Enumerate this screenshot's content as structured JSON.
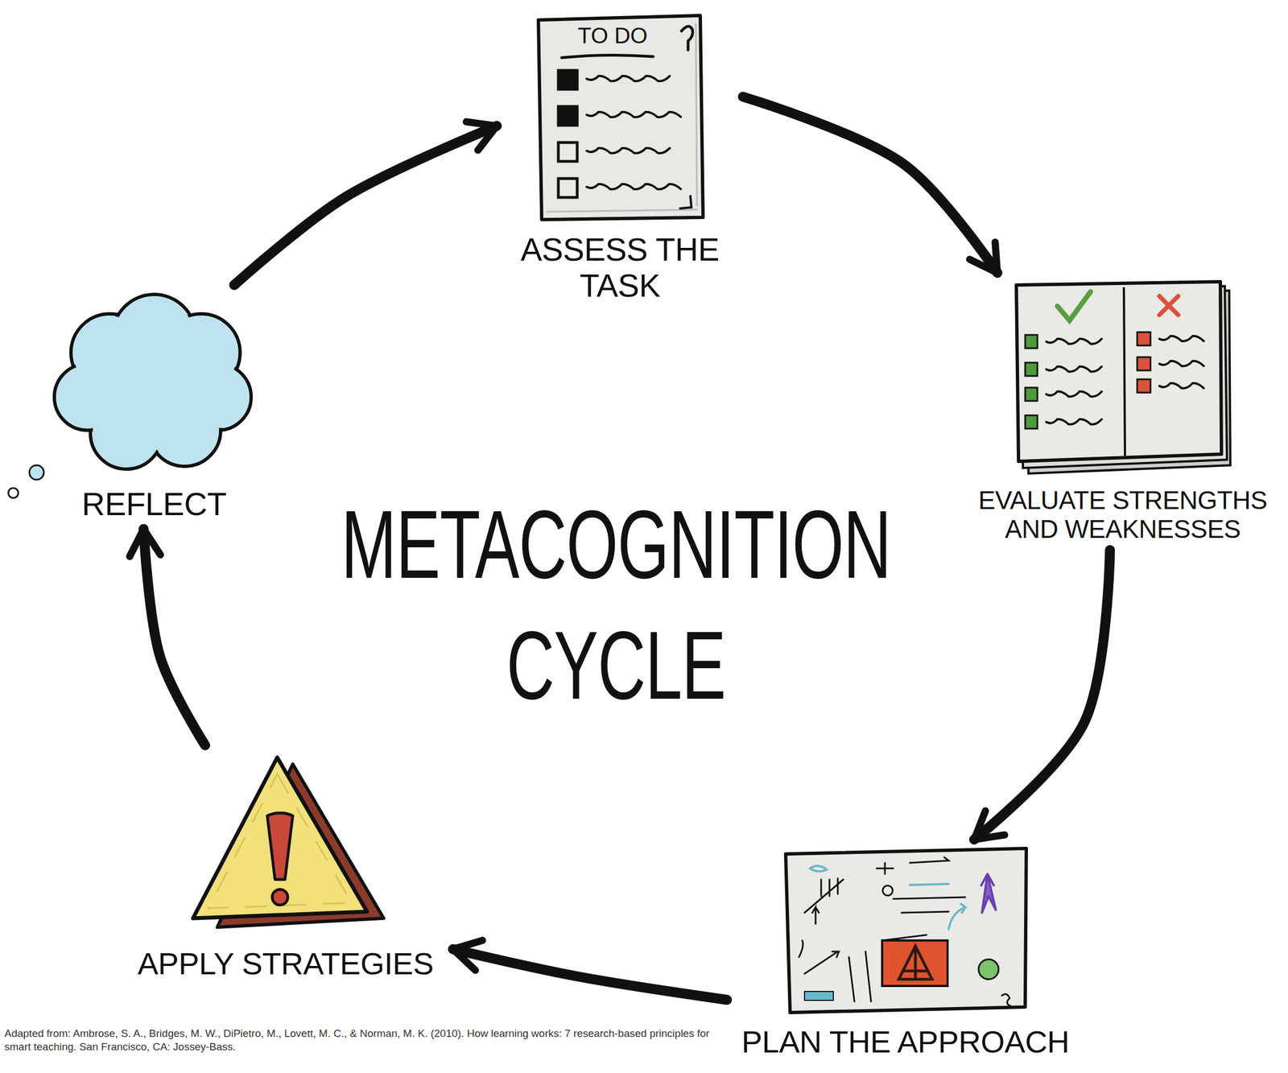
{
  "diagram": {
    "title": "METACOGNITION CYCLE",
    "caption": "Adapted from: Ambrose, S. A., Bridges, M. W., DiPietro, M., Lovett, M. C., & Norman, M. K. (2010). How learning works: 7 research-based principles for smart teaching. San Francisco, CA: Jossey-Bass.",
    "nodes": [
      {
        "text": [
          "ASSESS THE TASK"
        ]
      },
      {
        "text": [
          "EVALUATE STRENGTHS AND WEAKNESSES"
        ]
      },
      {
        "text": [
          "PLAN THE APPROACH"
        ]
      },
      {
        "text": [
          "APPLY STRATEGIES"
        ]
      },
      {
        "text": [
          "REFLECT"
        ]
      }
    ],
    "edges": [
      {
        "from": 0,
        "to": 1,
        "arrow": "to"
      },
      {
        "from": 1,
        "to": 2,
        "arrow": "to"
      },
      {
        "from": 2,
        "to": 3,
        "arrow": "to"
      },
      {
        "from": 3,
        "to": 4,
        "arrow": "to"
      },
      {
        "from": 4,
        "to": 0,
        "arrow": "to"
      }
    ],
    "labels": [
      "TO DO"
    ]
  }
}
